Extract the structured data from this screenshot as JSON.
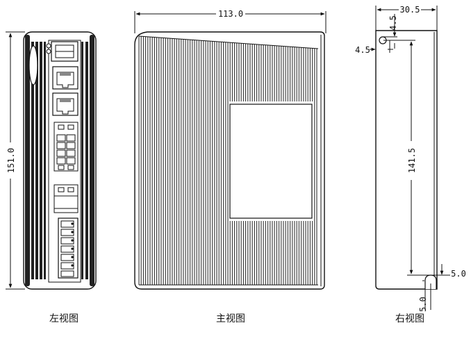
{
  "drawing": {
    "dimensions": {
      "left_height": "151.0",
      "front_width": "113.0",
      "right_width": "30.5",
      "hole_top_offset": "4.5",
      "hole_side_offset": "4.5",
      "hole_spacing": "141.5",
      "slot_width": "5.0",
      "slot_bottom_offset": "5.0"
    },
    "captions": {
      "left_view": "左视图",
      "front_view": "主视图",
      "right_view": "右视图"
    }
  }
}
